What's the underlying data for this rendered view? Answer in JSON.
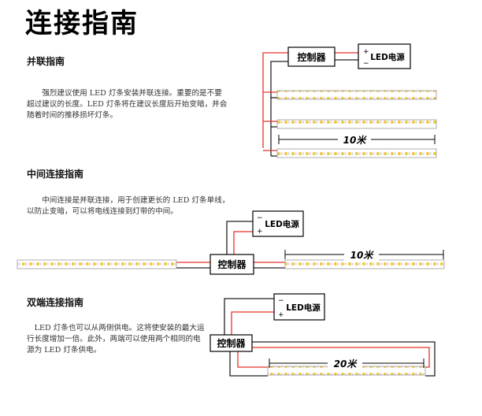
{
  "page": {
    "title": "连接指南"
  },
  "sections": [
    {
      "title": "并联指南",
      "body": "强烈建议使用 LED 灯条安装并联连接。重要的是不要超过建议的长度。LED 灯条将在建议长度后开始变暗，并会随着时间的推移损坏灯条。"
    },
    {
      "title": "中间连接指南",
      "body": "中间连接是并联连接，用于创建更长的 LED 灯条单线，以防止变暗，可以将电线连接到灯带的中间。"
    },
    {
      "title": "双端连接指南",
      "body": "LED 灯条也可以从两侧供电。这将使安装的最大运行长度增加一倍。此外，两端可以使用两个相同的电源为 LED 灯条供电。"
    }
  ],
  "diagrams": {
    "controller_label": "控制器",
    "power_label": "LED电源",
    "plus": "+",
    "minus": "−",
    "parallel_length": "10米",
    "middle_length": "10米",
    "dual_length": "20米"
  },
  "colors": {
    "wire_red": "#e8332a",
    "wire_black": "#222222",
    "led_yellow": "#f2c230",
    "strip_border": "#9a9a9a"
  }
}
